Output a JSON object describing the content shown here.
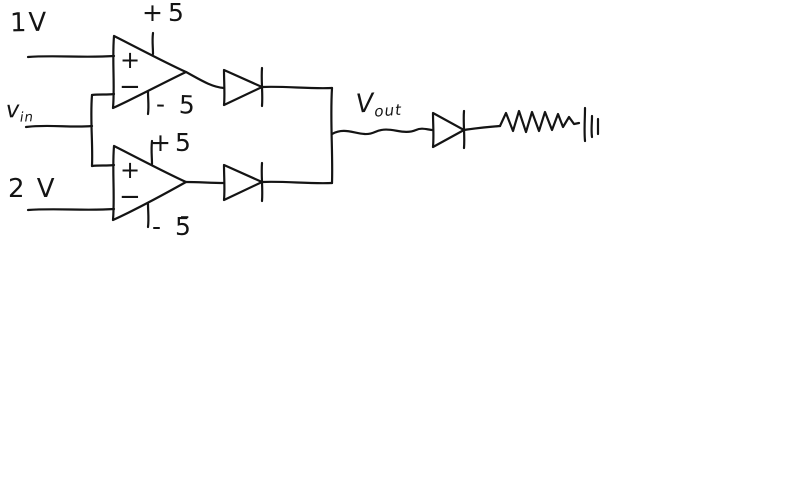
{
  "page": {
    "background": "#ffffff",
    "ink": "#141414"
  },
  "labels": {
    "source_top": "1V",
    "source_bottom": "2 V",
    "vin": {
      "main": "v",
      "sub": "in"
    },
    "vout": {
      "main": "V",
      "sub": "out"
    },
    "opamp_top": {
      "plus_sign": "+",
      "minus_sign": "−",
      "rail_positive": "+5",
      "rail_negative": "- 5"
    },
    "opamp_bottom": {
      "plus_sign": "+",
      "minus_sign": "−",
      "rail_positive": "+5",
      "rail_negative": "- 5̄"
    }
  }
}
